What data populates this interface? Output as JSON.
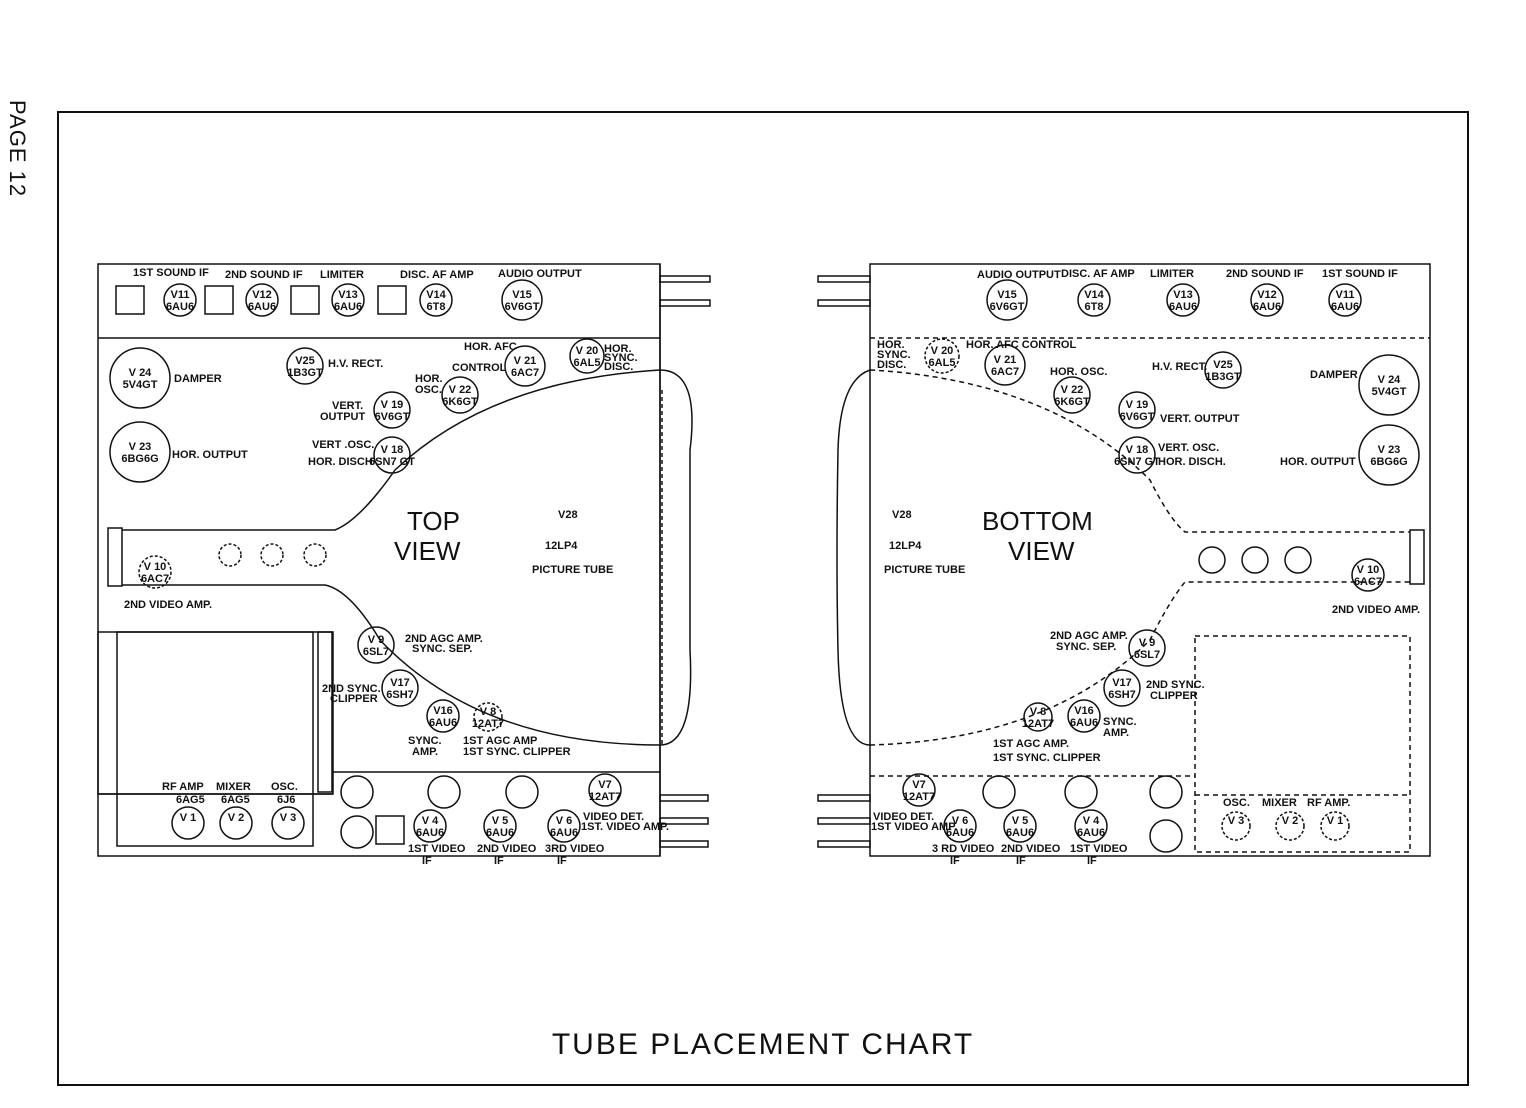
{
  "page_label": "PAGE 12",
  "title": "TUBE PLACEMENT CHART",
  "top_view": {
    "view_title": [
      "TOP",
      "VIEW"
    ],
    "picture_tube": [
      "V28",
      "12LP4",
      "PICTURE TUBE"
    ],
    "sound_strip": [
      "1ST SOUND IF",
      "2ND SOUND IF",
      "LIMITER",
      "DISC. AF AMP",
      "AUDIO OUTPUT"
    ],
    "tubes": [
      {
        "id": "V11",
        "type": "6AU6"
      },
      {
        "id": "V12",
        "type": "6AU6"
      },
      {
        "id": "V13",
        "type": "6AU6"
      },
      {
        "id": "V14",
        "type": "6T8"
      },
      {
        "id": "V15",
        "type": "6V6GT"
      },
      {
        "id": "V 24",
        "type": "5V4GT"
      },
      {
        "id": "V 23",
        "type": "6BG6G"
      },
      {
        "id": "V25",
        "type": "1B3GT"
      },
      {
        "id": "V 21",
        "type": "6AC7"
      },
      {
        "id": "V 20",
        "type": "6AL5"
      },
      {
        "id": "V 22",
        "type": "6K6GT"
      },
      {
        "id": "V 19",
        "type": "6V6GT"
      },
      {
        "id": "V 18",
        "type": "6SN7 GT"
      },
      {
        "id": "V 10",
        "type": "6AC7"
      },
      {
        "id": "V 9",
        "type": "6SL7"
      },
      {
        "id": "V17",
        "type": "6SH7"
      },
      {
        "id": "V16",
        "type": "6AU6"
      },
      {
        "id": "V 8",
        "type": "12AT7"
      },
      {
        "id": "V7",
        "type": "12AT7"
      },
      {
        "id": "V 4",
        "type": "6AU6"
      },
      {
        "id": "V 5",
        "type": "6AU6"
      },
      {
        "id": "V 6",
        "type": "6AU6"
      },
      {
        "id": "V 1",
        "type": ""
      },
      {
        "id": "V 2",
        "type": ""
      },
      {
        "id": "V 3",
        "type": ""
      }
    ],
    "labels": [
      "DAMPER",
      "HOR. OUTPUT",
      "H.V. RECT.",
      "HOR. AFC",
      "CONTROL",
      "HOR.",
      "SYNC.",
      "DISC.",
      "HOR.",
      "OSC.",
      "VERT.",
      "OUTPUT",
      "VERT .OSC.",
      "HOR. DISCH",
      "2ND VIDEO AMP.",
      "2ND AGC AMP.",
      "SYNC. SEP.",
      "2ND SYNC.",
      "CLIPPER",
      "SYNC.",
      "AMP.",
      "1ST AGC AMP",
      "1ST SYNC. CLIPPER",
      "VIDEO DET.",
      "1ST. VIDEO AMP.",
      "RF AMP",
      "MIXER",
      "OSC.",
      "6AG5",
      "6AG5",
      "6J6",
      "1ST VIDEO",
      "2ND VIDEO",
      "3RD VIDEO",
      "IF",
      "IF",
      "IF"
    ]
  },
  "bottom_view": {
    "view_title": [
      "BOTTOM",
      "VIEW"
    ],
    "picture_tube": [
      "V28",
      "12LP4",
      "PICTURE TUBE"
    ],
    "sound_strip": [
      "AUDIO OUTPUT",
      "DISC. AF AMP",
      "LIMITER",
      "2ND SOUND IF",
      "1ST SOUND IF"
    ],
    "labels": [
      "HOR.",
      "SYNC.",
      "DISC.",
      "HOR. AFC CONTROL",
      "HOR. OSC.",
      "H.V. RECT.",
      "DAMPER",
      "VERT. OUTPUT",
      "VERT. OSC.",
      "HOR. DISCH.",
      "HOR. OUTPUT",
      "2ND VIDEO AMP.",
      "2ND AGC AMP.",
      "SYNC. SEP.",
      "2ND SYNC.",
      "CLIPPER",
      "SYNC.",
      "AMP.",
      "1ST AGC AMP.",
      "1ST SYNC. CLIPPER",
      "VIDEO DET.",
      "1ST VIDEO AMP.",
      "OSC.",
      "MIXER",
      "RF AMP.",
      "3 RD VIDEO",
      "2ND VIDEO",
      "1ST VIDEO",
      "IF",
      "IF",
      "IF"
    ]
  }
}
